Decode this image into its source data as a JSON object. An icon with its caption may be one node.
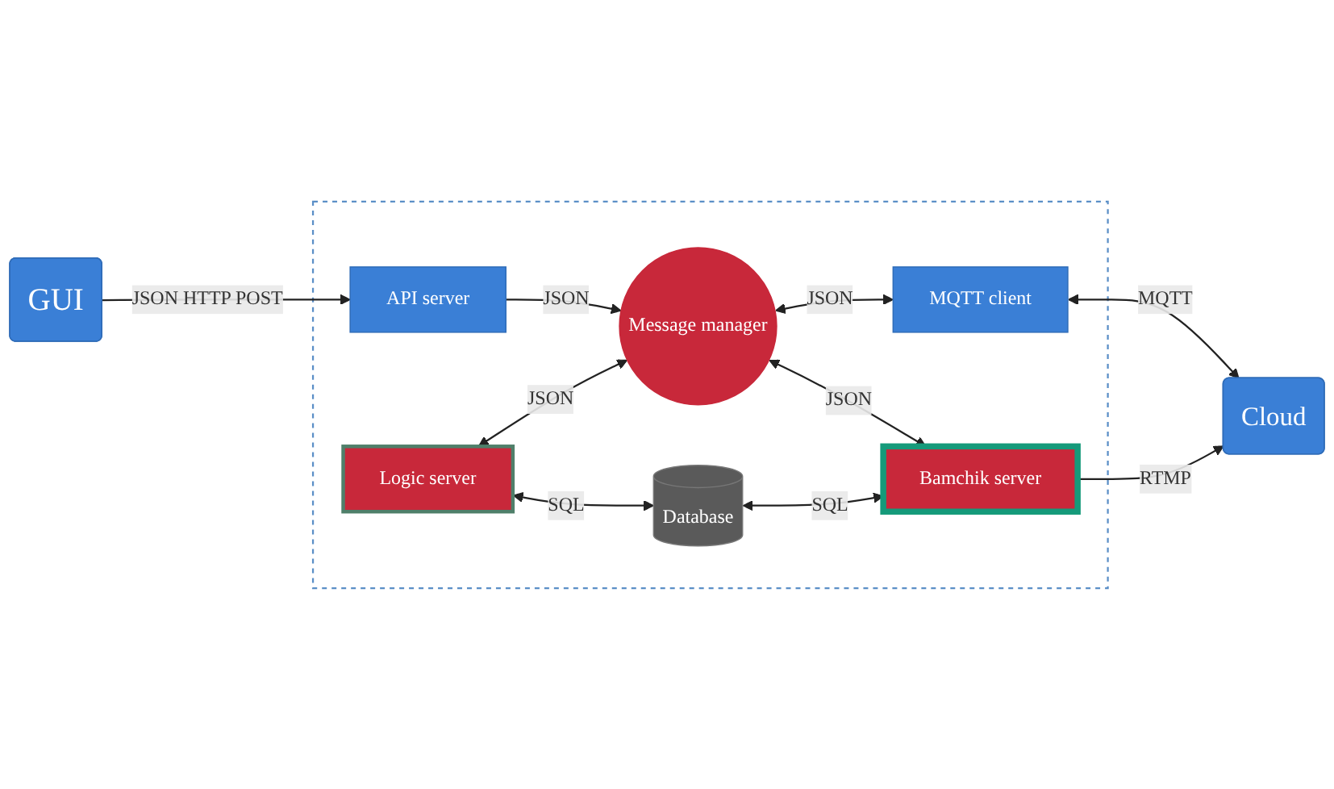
{
  "diagram": {
    "nodes": [
      {
        "text": [],
        "shape": "box"
      },
      {
        "text": [
          "GUI"
        ]
      },
      {
        "text": [
          "API server"
        ],
        "in": 0
      },
      {
        "text": [
          "MQTT client"
        ],
        "in": 0
      },
      {
        "text": [
          "Cloud"
        ]
      },
      {
        "text": [
          "Logic server"
        ],
        "in": 0
      },
      {
        "text": [
          "Message manager"
        ],
        "in": 0
      },
      {
        "text": [
          "Bamchik server"
        ],
        "in": 0
      },
      {
        "text": [
          "Database"
        ],
        "in": 0
      }
    ],
    "edges": [
      {
        "from": 1,
        "to": 2,
        "arrow": "to",
        "label": "JSON HTTP POST"
      },
      {
        "from": 2,
        "to": 6,
        "arrow": "to",
        "label": "JSON"
      },
      {
        "from": 6,
        "to": 3,
        "arrow": "both",
        "label": "JSON"
      },
      {
        "from": 3,
        "to": 4,
        "arrow": "both",
        "label": "MQTT"
      },
      {
        "from": 7,
        "to": 4,
        "arrow": "to",
        "label": "RTMP"
      },
      {
        "from": 5,
        "to": 6,
        "arrow": "both",
        "label": "JSON"
      },
      {
        "from": 6,
        "to": 7,
        "arrow": "both",
        "label": "JSON"
      },
      {
        "from": 5,
        "to": 8,
        "arrow": "both",
        "label": "SQL"
      },
      {
        "from": 8,
        "to": 7,
        "arrow": "both",
        "label": "SQL"
      }
    ]
  }
}
